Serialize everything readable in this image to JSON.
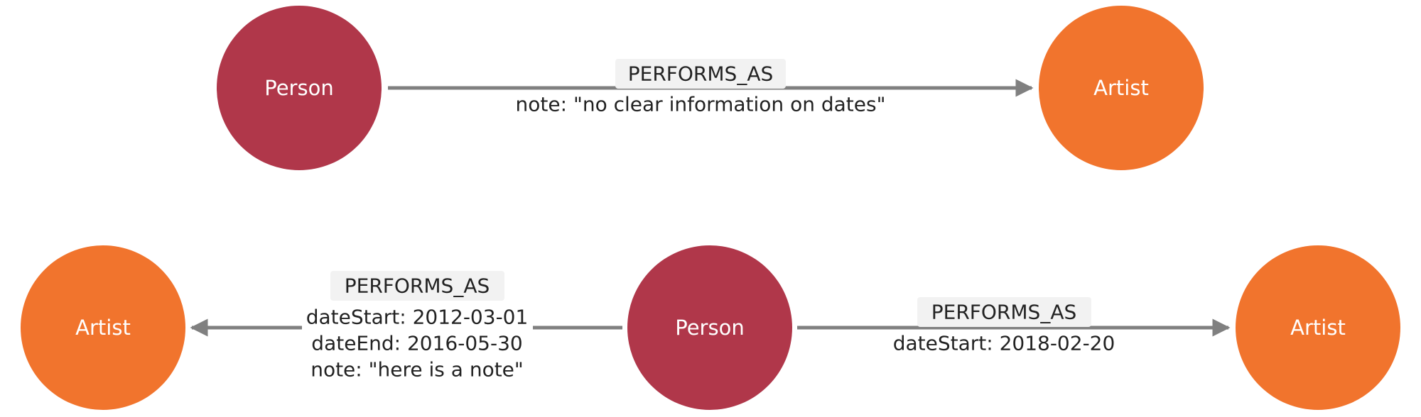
{
  "colors": {
    "person": "#B0374A",
    "artist": "#F1742D",
    "edge": "#808080",
    "label_bg": "#F2F2F2"
  },
  "graph1": {
    "source": {
      "label": "Person"
    },
    "target": {
      "label": "Artist"
    },
    "edge": {
      "type": "PERFORMS_AS",
      "properties": [
        "note: \"no clear information on dates\""
      ]
    }
  },
  "graph2": {
    "center": {
      "label": "Person"
    },
    "left": {
      "label": "Artist"
    },
    "right": {
      "label": "Artist"
    },
    "edge_left": {
      "type": "PERFORMS_AS",
      "properties": [
        "dateStart: 2012-03-01",
        "dateEnd: 2016-05-30",
        "note: \"here is a note\""
      ]
    },
    "edge_right": {
      "type": "PERFORMS_AS",
      "properties": [
        "dateStart: 2018-02-20"
      ]
    }
  }
}
